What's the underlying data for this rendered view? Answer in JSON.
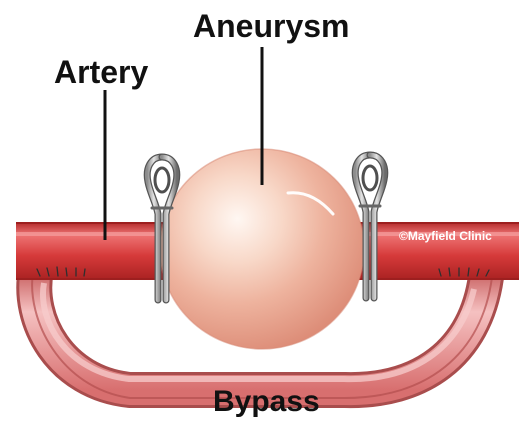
{
  "labels": {
    "aneurysm": "Aneurysm",
    "artery": "Artery",
    "bypass": "Bypass",
    "copyright": "©Mayfield Clinic"
  },
  "colors": {
    "artery_main": "#d63a3a",
    "artery_dark": "#a92222",
    "artery_light": "#ef7c7c",
    "bypass_main": "#e47e7e",
    "bypass_light": "#f5c1c1",
    "aneurysm_light": "#fbe2d6",
    "aneurysm_dark": "#e49d86",
    "clip_metal": "#6f6f6f",
    "label_text": "#111111"
  },
  "icons": {
    "left_clip": "surgical-clip-icon",
    "right_clip": "surgical-clip-icon"
  }
}
